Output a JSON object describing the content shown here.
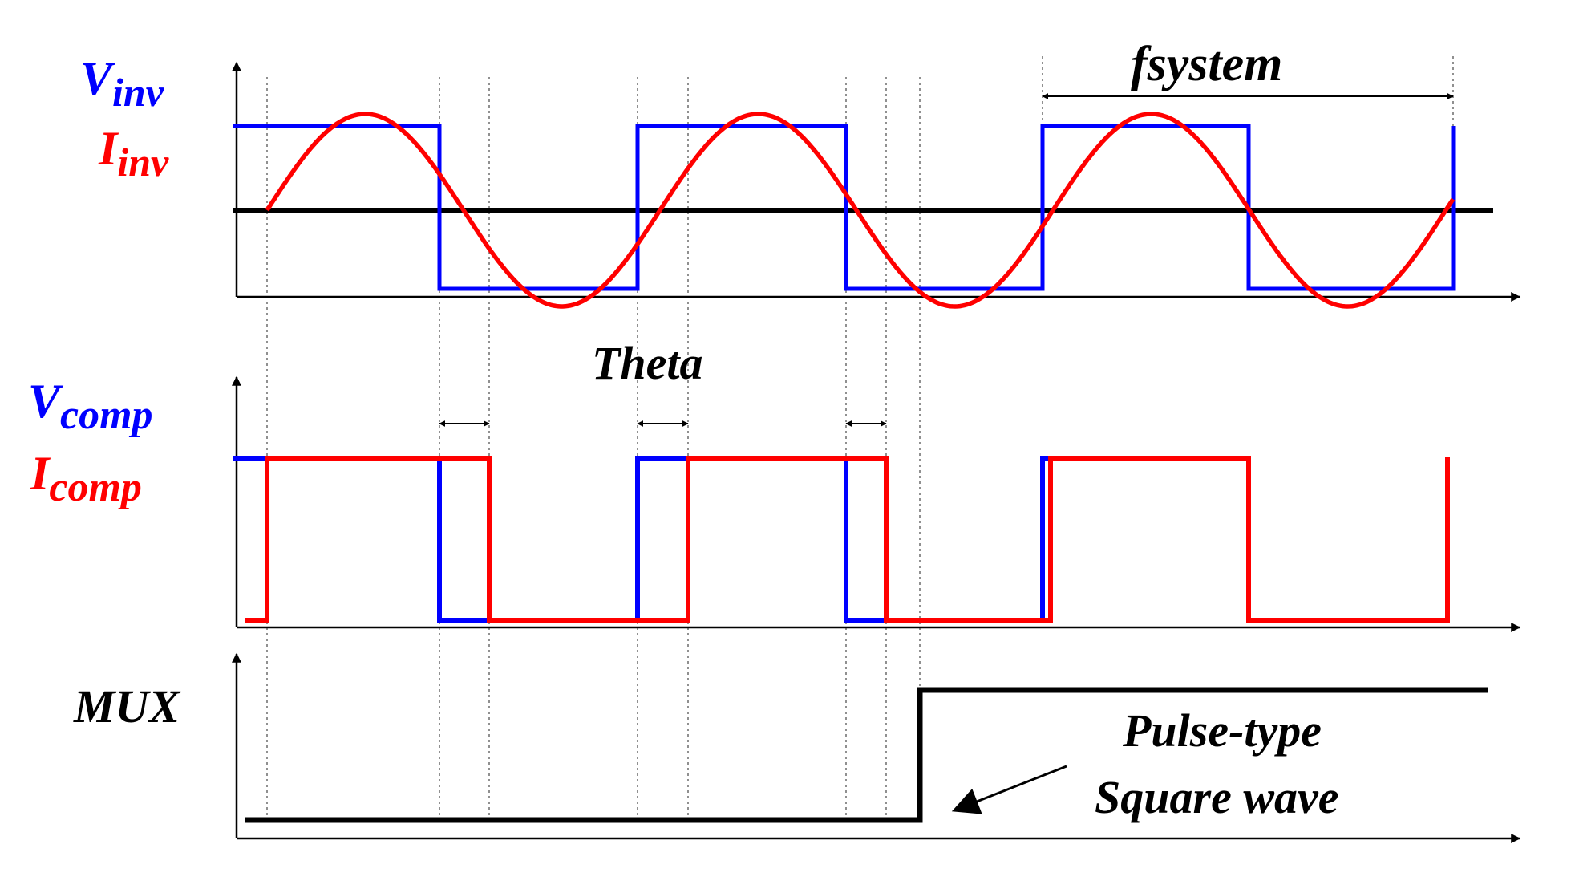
{
  "labels": {
    "panel1_v_main": "V",
    "panel1_v_sub": "inv",
    "panel1_i_main": "I",
    "panel1_i_sub": "inv",
    "panel2_v_main": "V",
    "panel2_v_sub": "comp",
    "panel2_i_main": "I",
    "panel2_i_sub": "comp",
    "panel3_label": "MUX",
    "period_label": "fsystem",
    "phase_label": "Theta",
    "annotation_line1": "Pulse-type",
    "annotation_line2": "Square wave"
  },
  "colors": {
    "voltage": "#0000ff",
    "current": "#ff0000",
    "axis": "#000000",
    "guide": "#555555"
  }
}
